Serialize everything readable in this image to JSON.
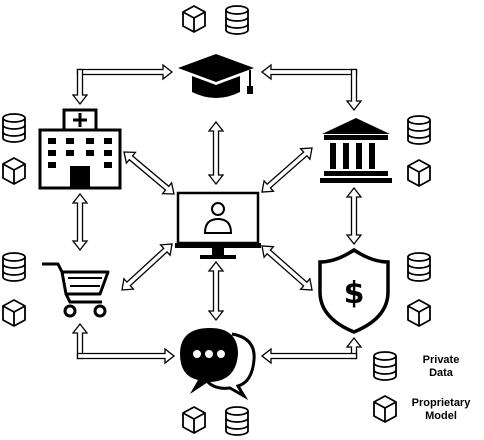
{
  "legend": {
    "private_data": "Private\nData",
    "proprietary_model": "Proprietary\nModel"
  },
  "nodes": [
    {
      "id": "education",
      "icon": "graduation-cap-icon"
    },
    {
      "id": "bank",
      "icon": "bank-building-icon"
    },
    {
      "id": "finance",
      "icon": "dollar-shield-icon"
    },
    {
      "id": "chat",
      "icon": "chat-bubbles-icon"
    },
    {
      "id": "retail",
      "icon": "shopping-cart-icon"
    },
    {
      "id": "hospital",
      "icon": "hospital-icon"
    },
    {
      "id": "center",
      "icon": "user-monitor-icon"
    }
  ],
  "colors": {
    "stroke": "#000000",
    "fill": "#ffffff"
  }
}
